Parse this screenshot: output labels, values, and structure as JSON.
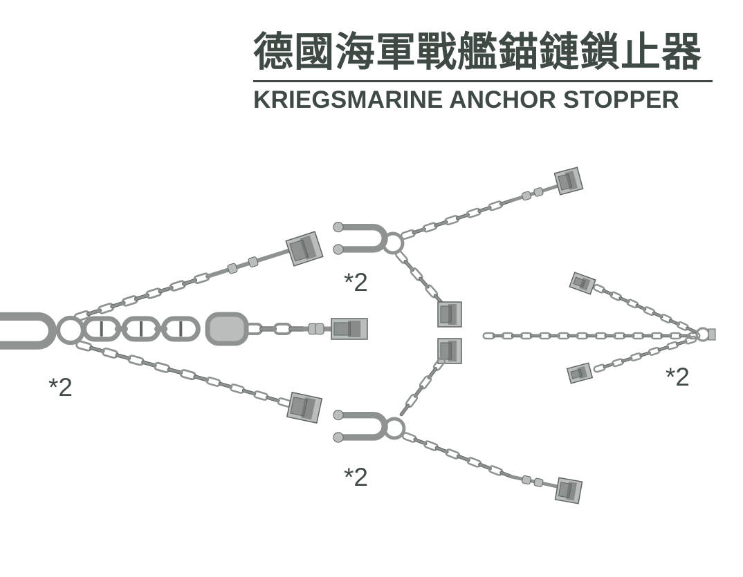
{
  "header": {
    "title_cn": "德國海軍戰艦錨鏈鎖止器",
    "title_en": "KRIEGSMARINE ANCHOR STOPPER"
  },
  "parts": [
    {
      "name": "three-leg-stopper-large",
      "quantity_label": "*2"
    },
    {
      "name": "two-leg-stopper-upper",
      "quantity_label": "*2"
    },
    {
      "name": "two-leg-stopper-lower",
      "quantity_label": "*2"
    },
    {
      "name": "three-leg-stopper-small",
      "quantity_label": "*2"
    }
  ],
  "colors": {
    "text": "#3f4a45",
    "metal_light": "#b9bdbc",
    "metal_mid": "#8e9392",
    "metal_dark": "#5f6463"
  }
}
